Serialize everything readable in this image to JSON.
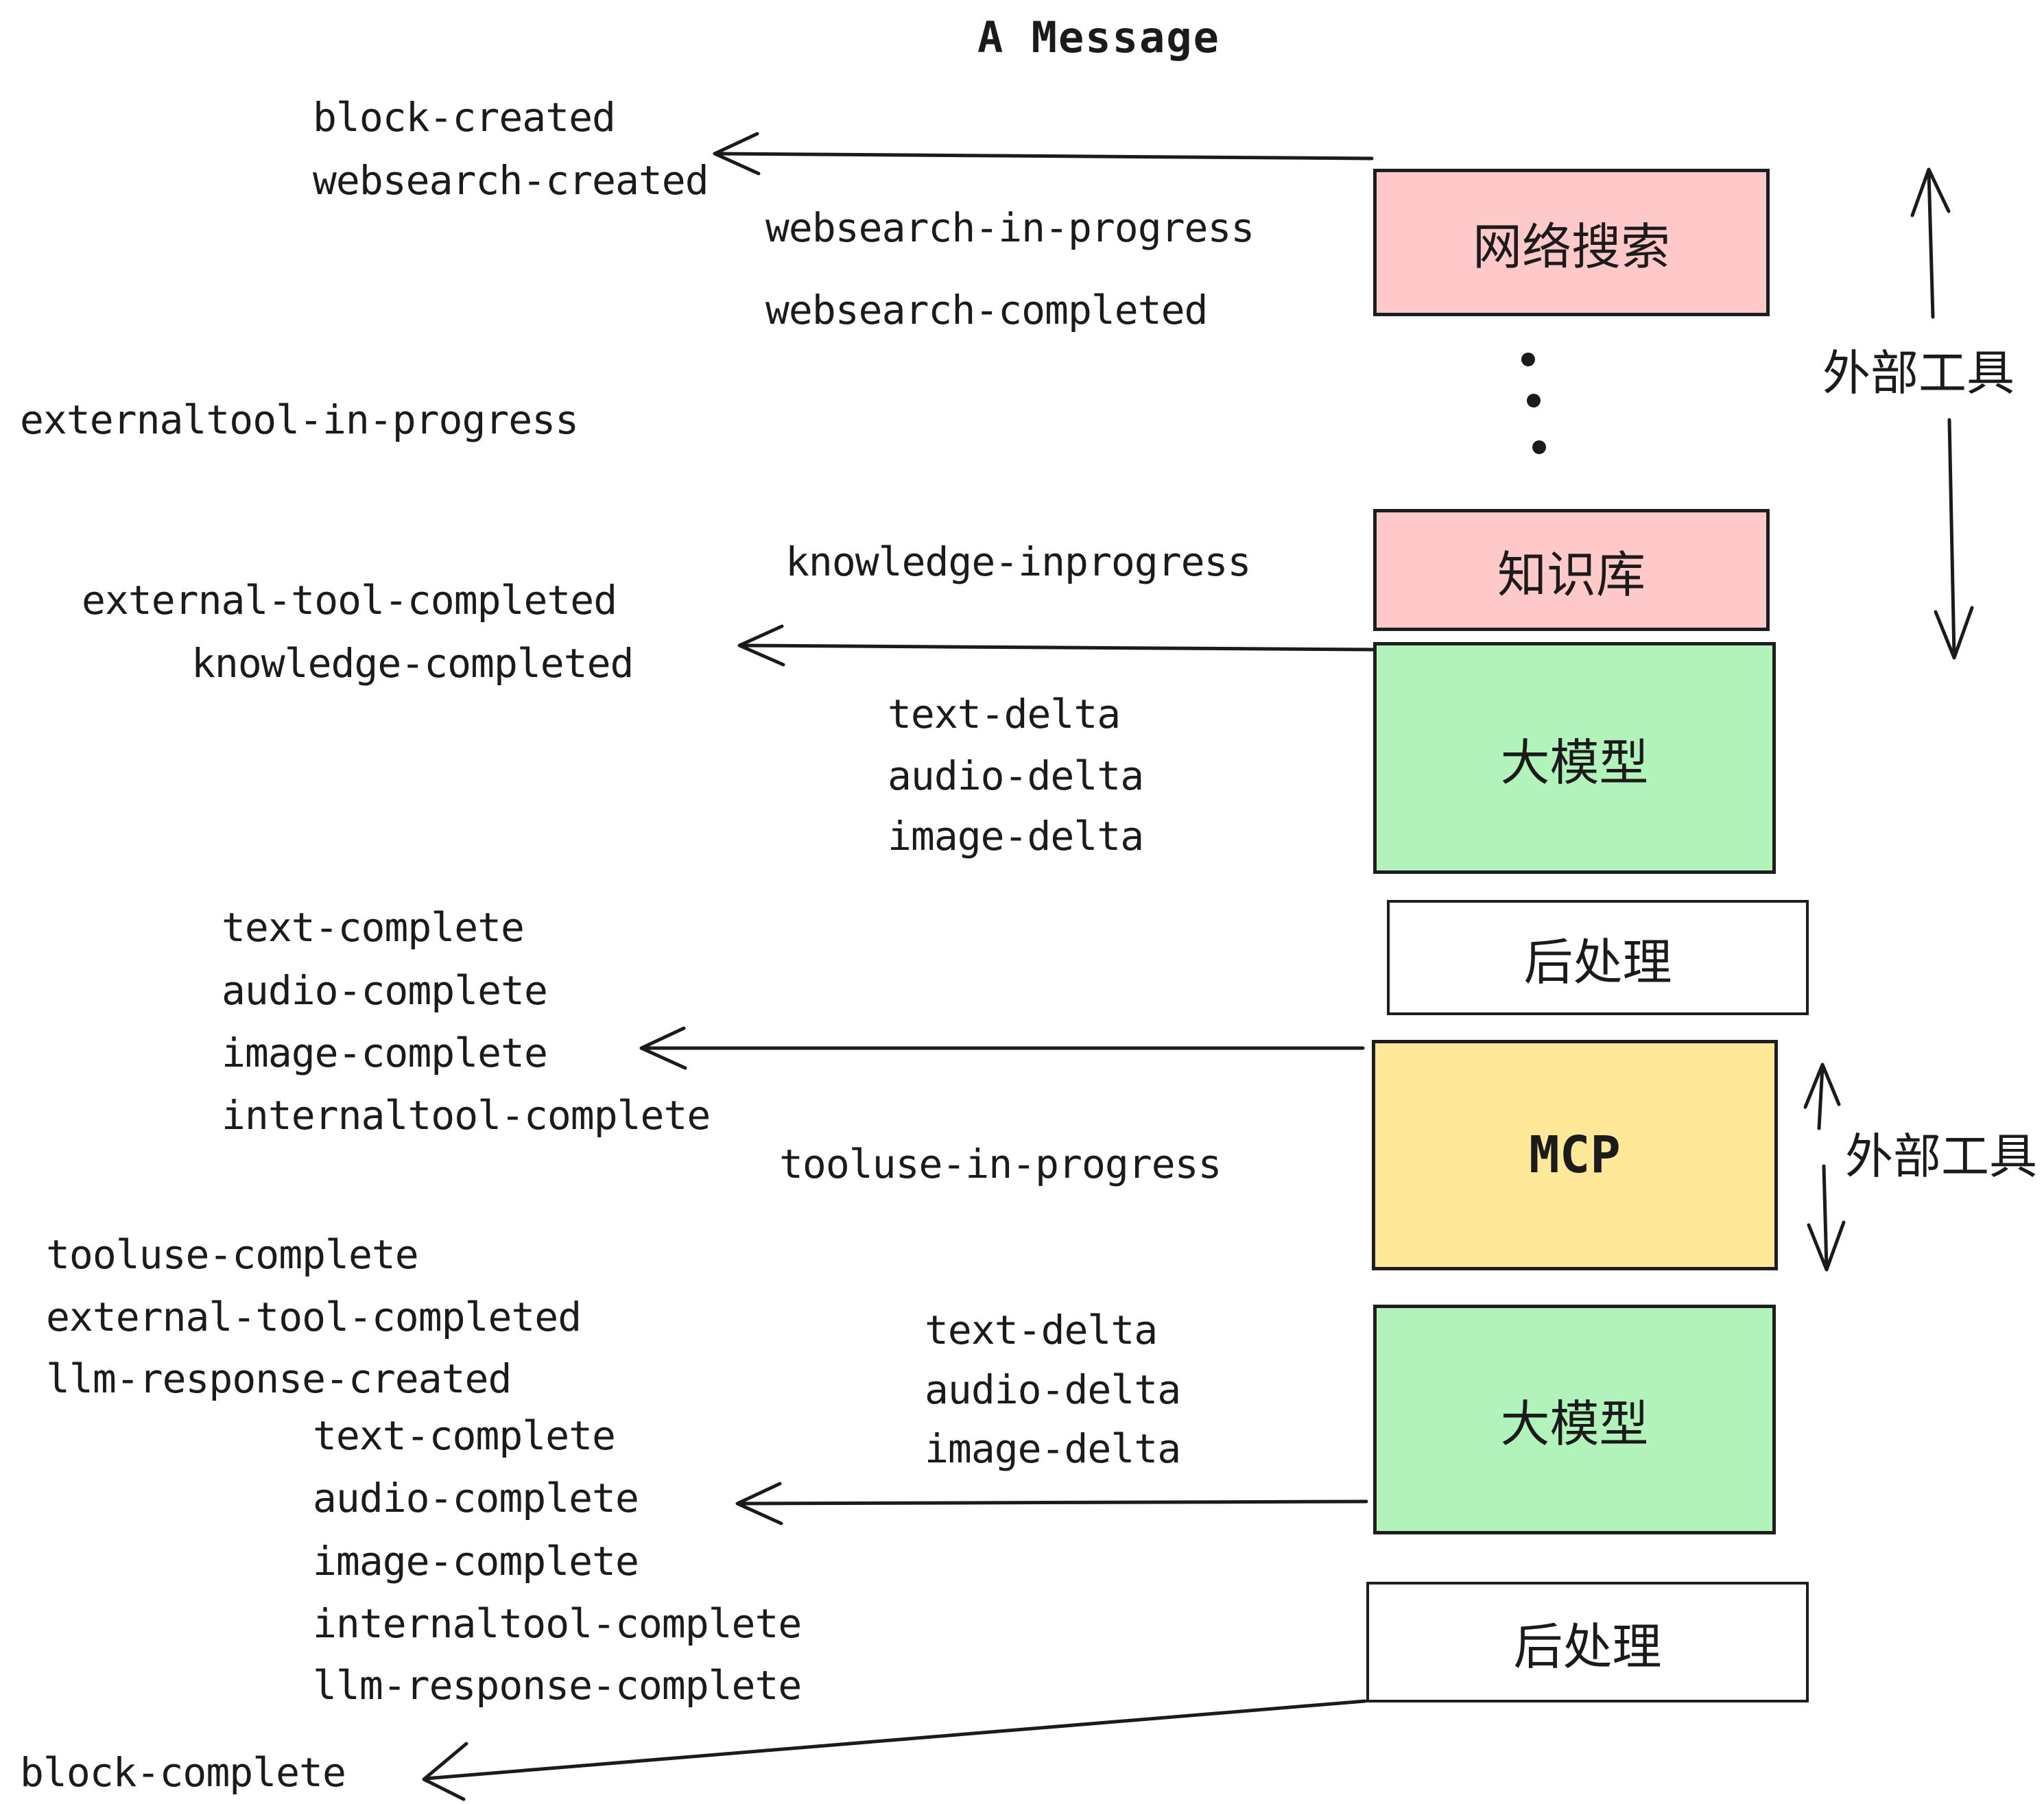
{
  "title": "A Message",
  "colors": {
    "pink": "#ffc9c9",
    "green": "#b2f2bb",
    "yellow": "#ffe999",
    "white": "#ffffff",
    "ink": "#1b1b1b"
  },
  "icons": {
    "vertical_ellipsis": "⋮",
    "arrow_left": "←",
    "arrow_up": "↑",
    "arrow_down": "↓"
  },
  "events": {
    "block_created": "block-created",
    "websearch_created": "websearch-created",
    "websearch_in_progress": "websearch-in-progress",
    "websearch_completed": "websearch-completed",
    "externaltool_in_progress": "externaltool-in-progress",
    "knowledge_inprogress": "knowledge-inprogress",
    "external_tool_completed": "external-tool-completed",
    "knowledge_completed": "knowledge-completed",
    "round1_deltas": [
      "text-delta",
      "audio-delta",
      "image-delta"
    ],
    "round1_completes": [
      "text-complete",
      "audio-complete",
      "image-complete",
      "internaltool-complete"
    ],
    "tooluse_in_progress": "tooluse-in-progress",
    "tooluse_complete": "tooluse-complete",
    "external_tool_completed_2": "external-tool-completed",
    "llm_response_created": "llm-response-created",
    "round2_deltas": [
      "text-delta",
      "audio-delta",
      "image-delta"
    ],
    "round2_completes": [
      "text-complete",
      "audio-complete",
      "image-complete",
      "internaltool-complete",
      "llm-response-complete"
    ],
    "block_complete": "block-complete"
  },
  "boxes": {
    "websearch": "网络搜索",
    "knowledge": "知识库",
    "llm1": "大模型",
    "post1": "后处理",
    "mcp": "MCP",
    "llm2": "大模型",
    "post2": "后处理"
  },
  "side_labels": {
    "external_tools_top": "外部工具",
    "external_tools_mcp": "外部工具"
  }
}
